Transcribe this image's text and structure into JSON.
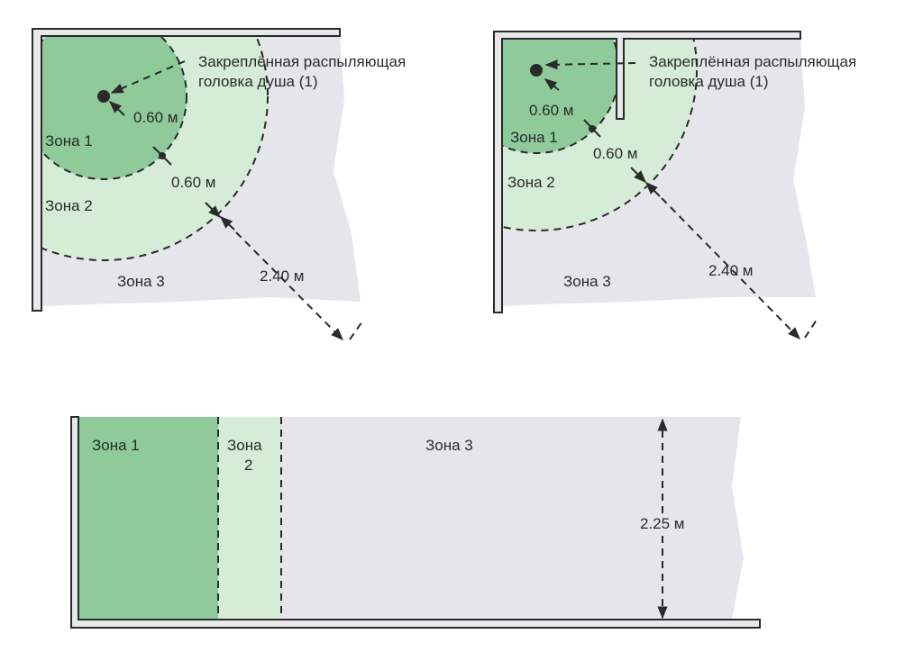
{
  "colors": {
    "zone1": "#8fcb9a",
    "zone2": "#d5ecd6",
    "zone3": "#e6e6ea",
    "ink": "#2a2a2a"
  },
  "diagram_corner": {
    "zone1": "Зона 1",
    "zone2": "Зона 2",
    "zone3": "Зона 3",
    "dist1": "0.60 м",
    "dist2": "0.60 м",
    "dist3": "2.40 м",
    "note_line1": "Закреплённая распыляющая",
    "note_line2": "головка душа (1)"
  },
  "diagram_partition": {
    "zone1": "Зона 1",
    "zone2": "Зона 2",
    "zone3": "Зона 3",
    "dist1": "0.60 м",
    "dist2": "0.60 м",
    "dist3": "2.40 м",
    "note_line1": "Закреплённая распыляющая",
    "note_line2": "головка душа (1)"
  },
  "diagram_elevation": {
    "zone1": "Зона 1",
    "zone2_line1": "Зона",
    "zone2_line2": "2",
    "zone3": "Зона 3",
    "height": "2.25 м"
  }
}
